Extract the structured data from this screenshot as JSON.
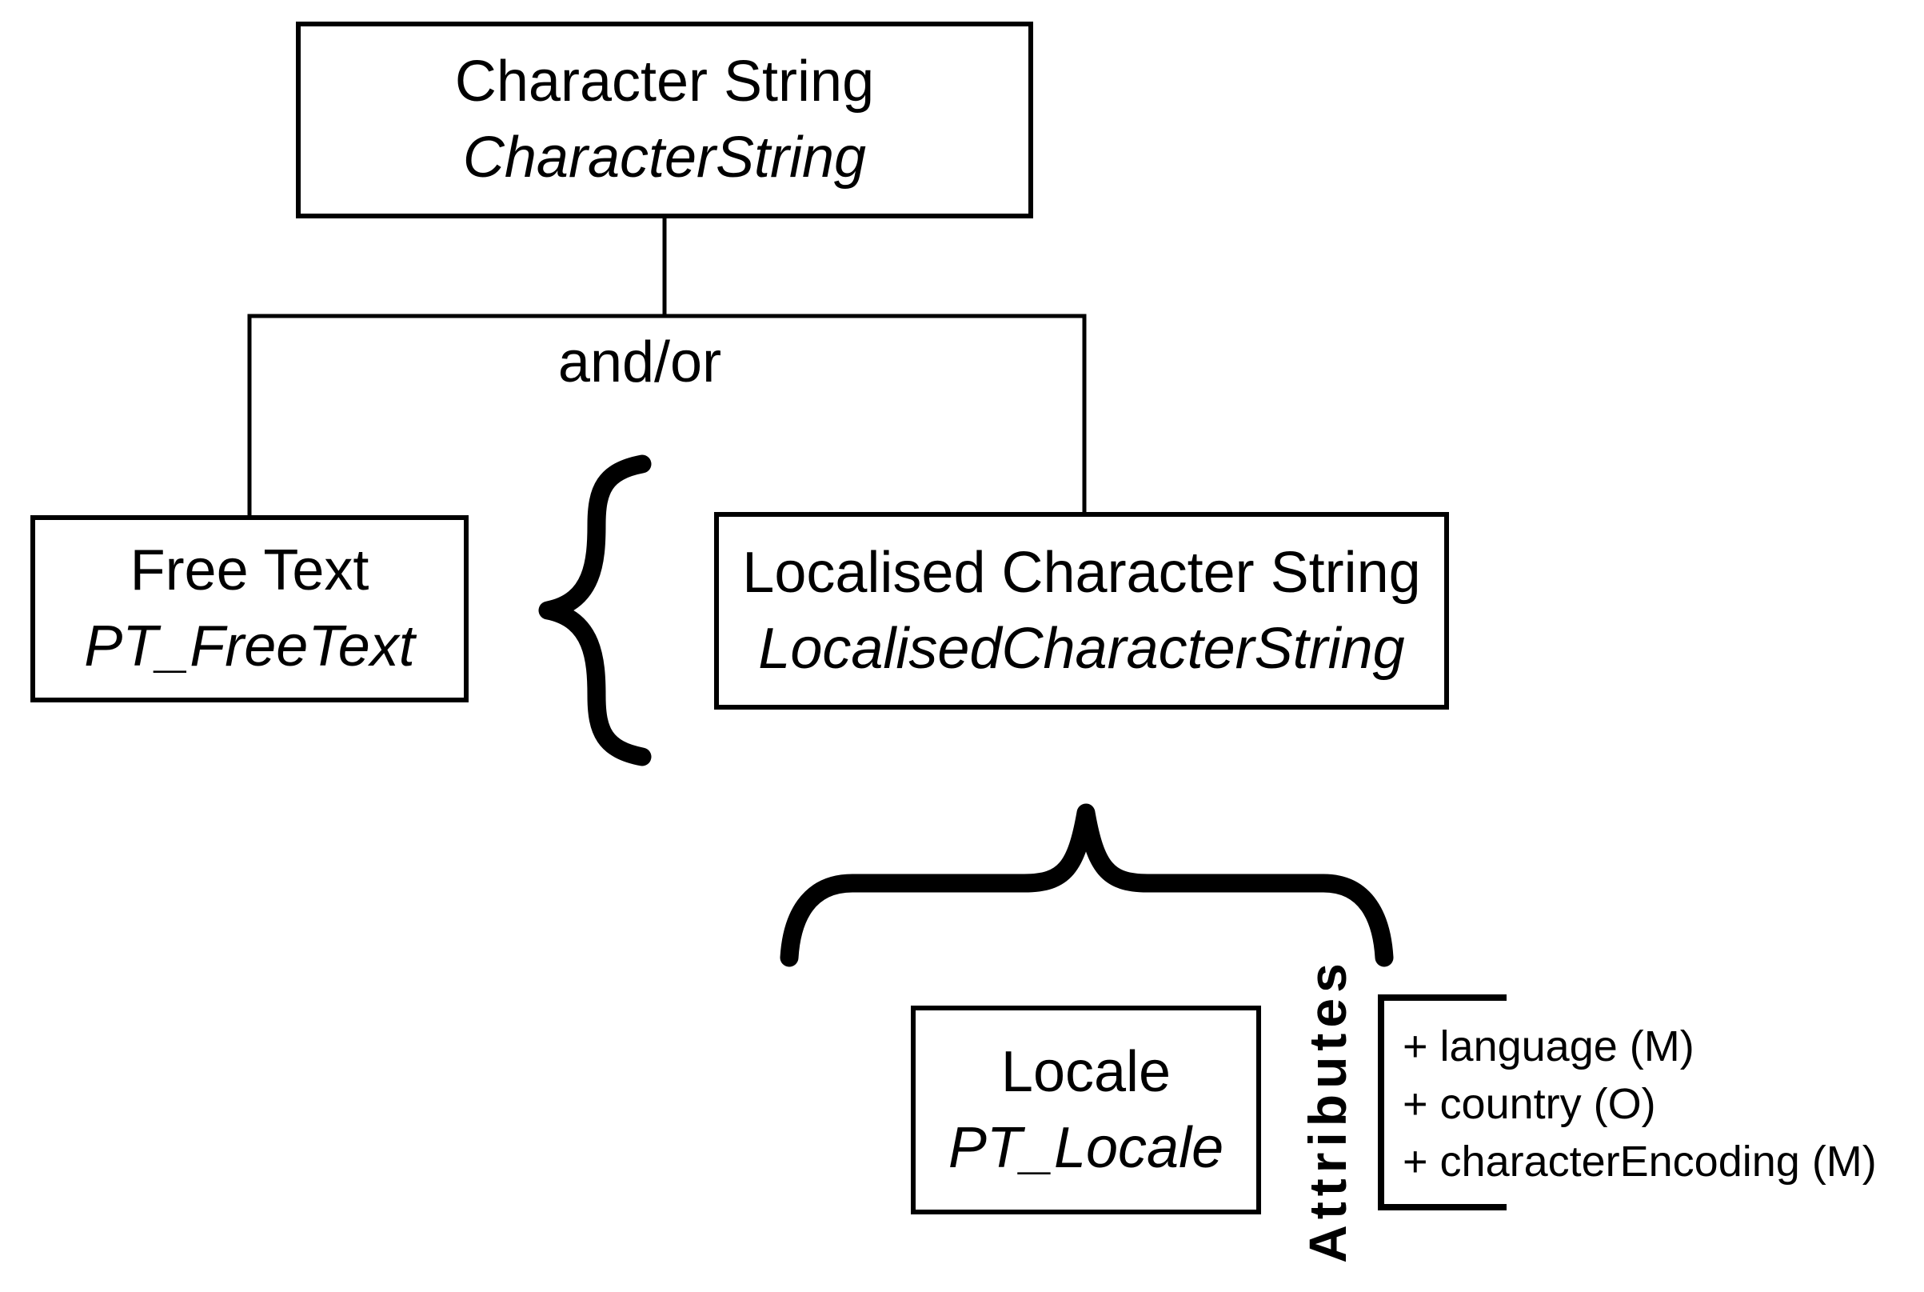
{
  "diagram": {
    "top_box": {
      "title": "Character String",
      "subtitle": "CharacterString"
    },
    "connector_label": "and/or",
    "free_text_box": {
      "title": "Free Text",
      "subtitle": "PT_FreeText"
    },
    "localised_box": {
      "title": "Localised Character String",
      "subtitle": "LocalisedCharacterString"
    },
    "locale_box": {
      "title": "Locale",
      "subtitle": "PT_Locale"
    },
    "attributes_label": "Attributes",
    "attributes": [
      "+ language (M)",
      "+ country (O)",
      "+ characterEncoding (M)"
    ],
    "colors": {
      "ink": "#000000",
      "background": "#ffffff"
    }
  }
}
